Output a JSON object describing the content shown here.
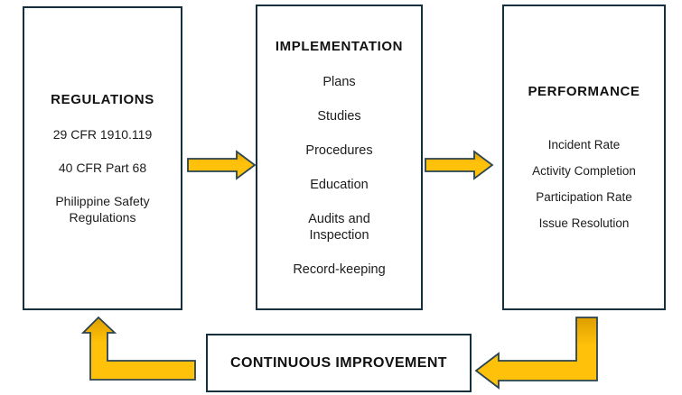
{
  "colors": {
    "background": "#ffffff",
    "box_border": "#14303f",
    "text": "#1a1a1a",
    "arrow_fill_dark": "#dd9e00",
    "arrow_fill": "#ffc10a",
    "arrow_stroke": "#2a4352"
  },
  "regulations": {
    "title": "REGULATIONS",
    "items": [
      "29 CFR 1910.119",
      "40 CFR Part 68",
      "Philippine Safety Regulations"
    ]
  },
  "implementation": {
    "title": "IMPLEMENTATION",
    "items": [
      "Plans",
      "Studies",
      "Procedures",
      "Education",
      "Audits and Inspection",
      "Record-keeping"
    ]
  },
  "performance": {
    "title": "PERFORMANCE",
    "items": [
      "Incident Rate",
      "Activity Completion",
      "Participation Rate",
      "Issue Resolution"
    ]
  },
  "continuous_improvement": {
    "title": "CONTINUOUS IMPROVEMENT"
  },
  "arrows": {
    "regulations_to_implementation": "right-arrow",
    "implementation_to_performance": "right-arrow",
    "performance_to_continuous_improvement": "down-left-bent-arrow",
    "continuous_improvement_to_regulations": "up-bent-arrow"
  }
}
